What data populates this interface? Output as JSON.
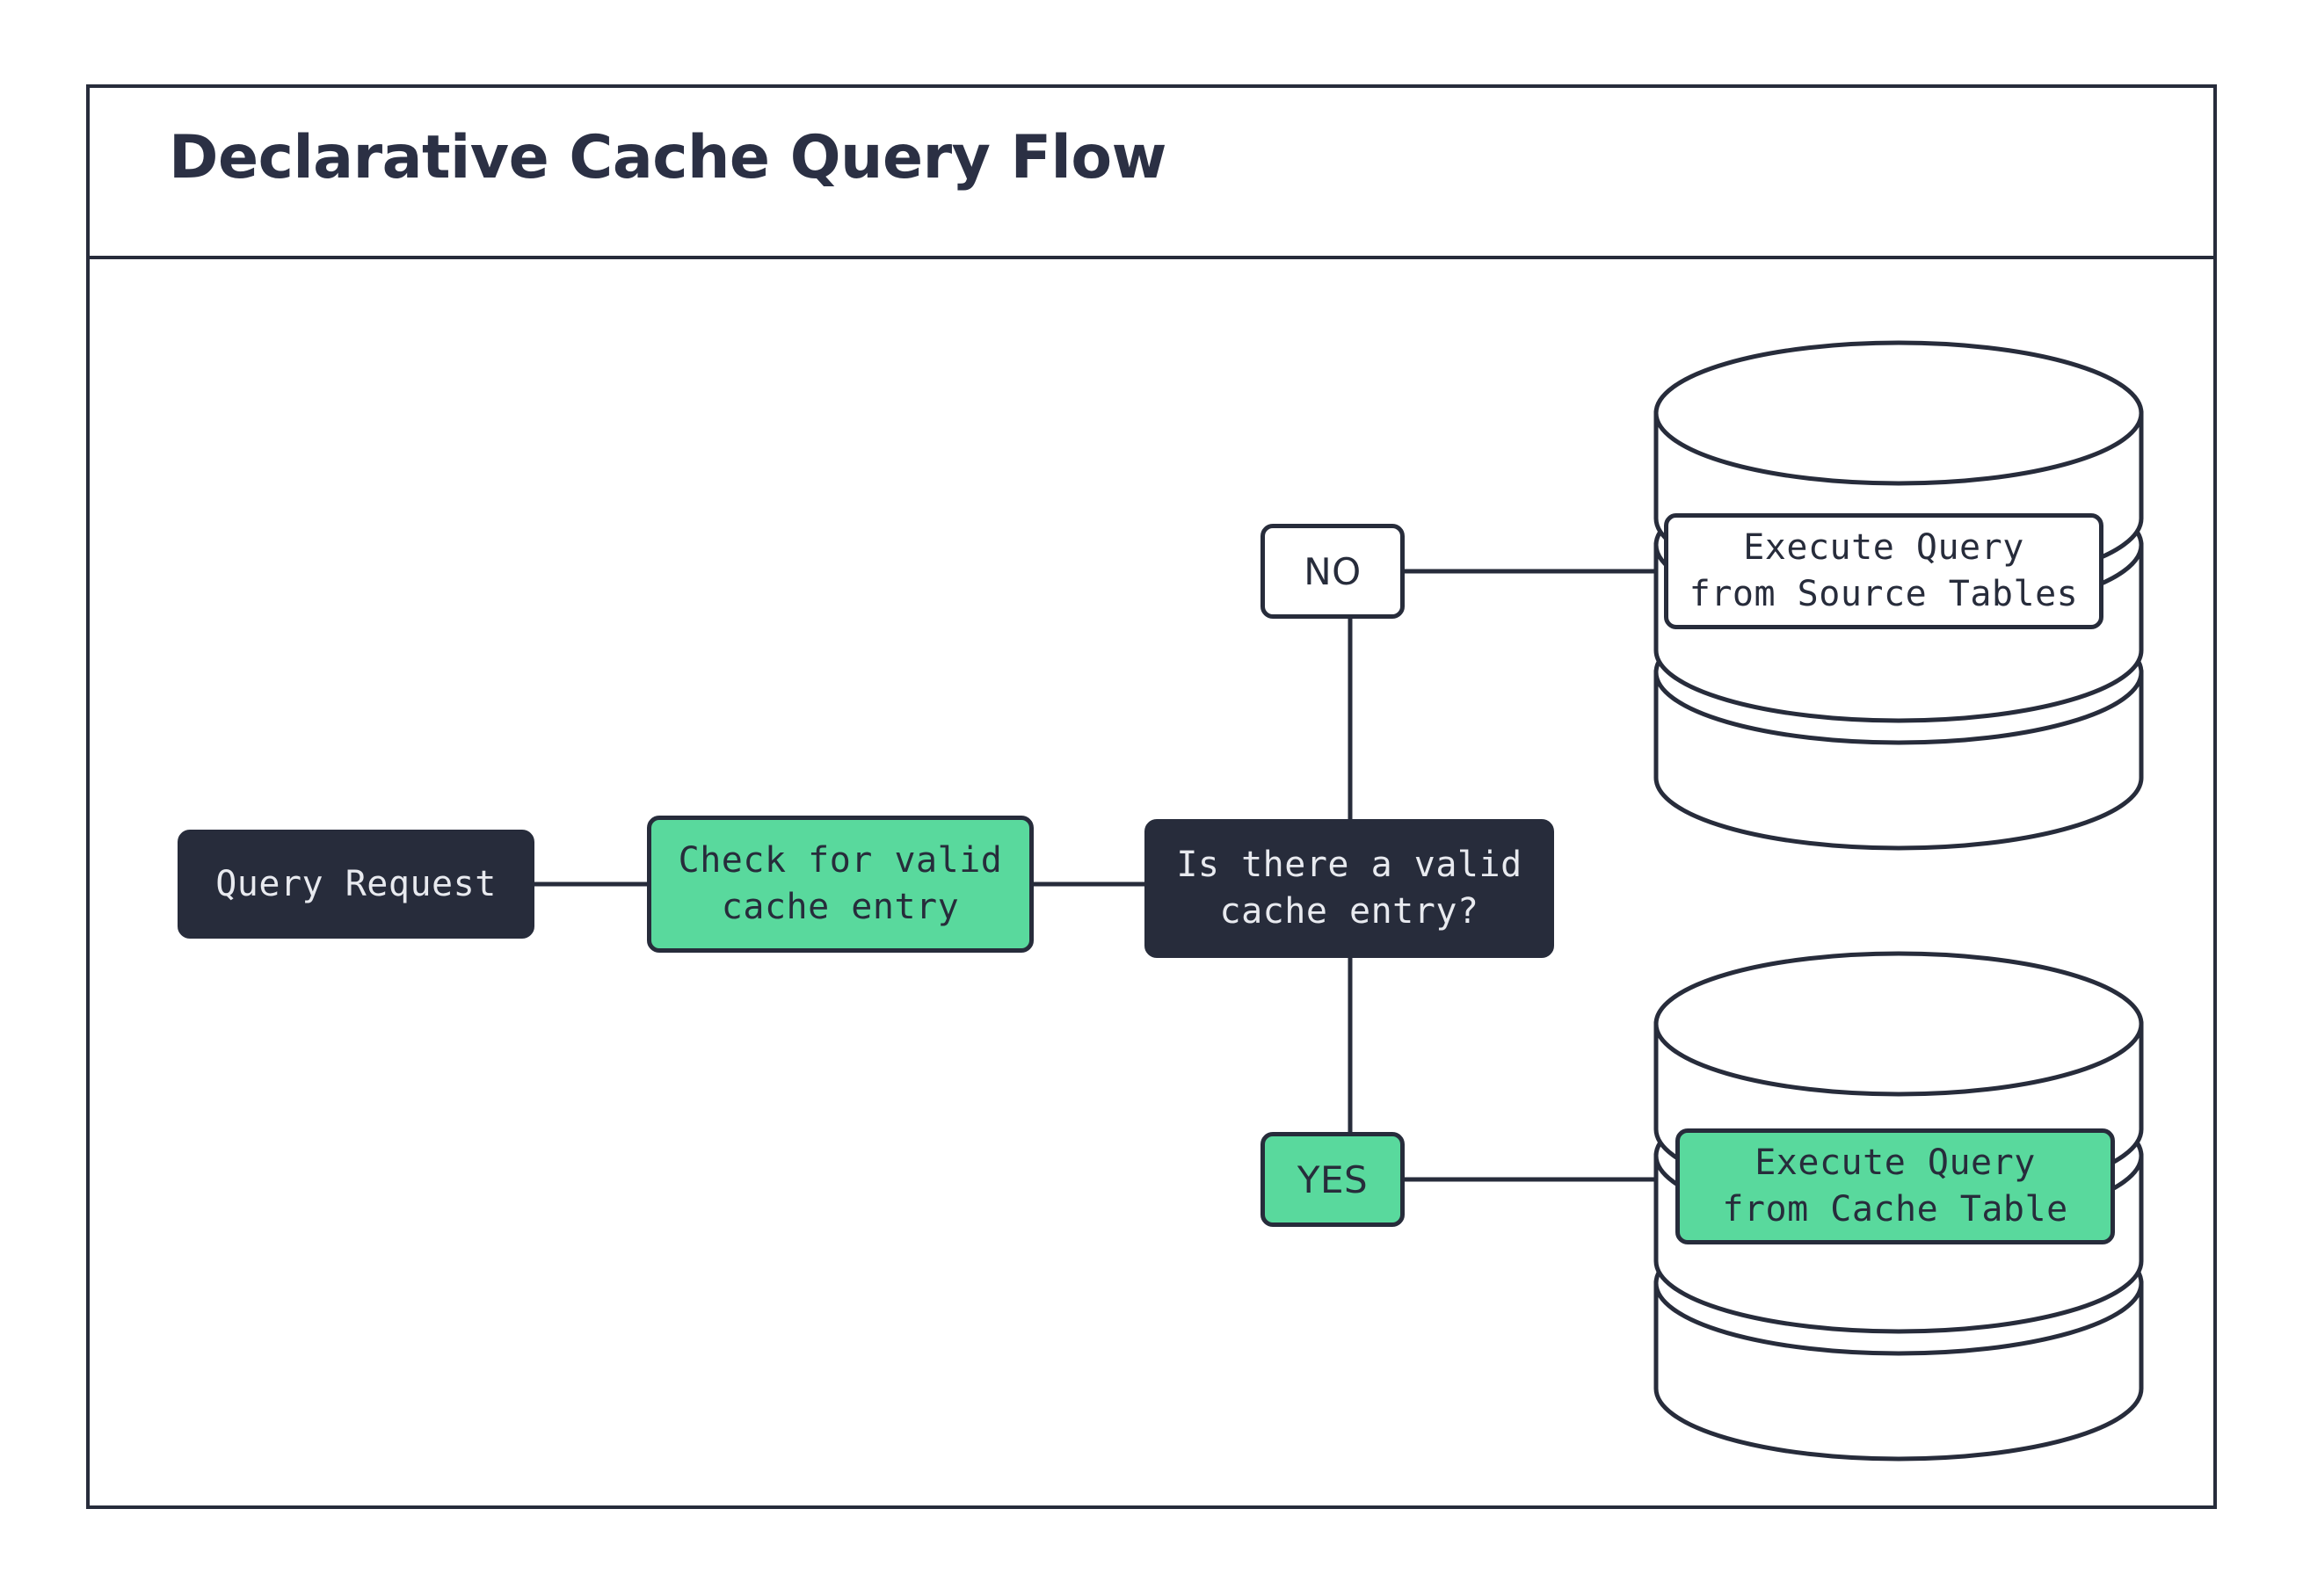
{
  "title": "Declarative Cache Query Flow",
  "colors": {
    "dark": "#272c3b",
    "green": "#59d99d",
    "white": "#ffffff",
    "title_text": "#2b3044",
    "stroke": "#272c3b"
  },
  "nodes": {
    "query_request": "Query Request",
    "check_cache": "Check for valid\ncache entry",
    "decision": "Is there a valid\ncache entry?",
    "branch_no": "NO",
    "branch_yes": "YES",
    "source_db_label": "Execute Query\nfrom Source Tables",
    "cache_db_label": "Execute Query\nfrom Cache Table"
  },
  "flow": {
    "edges": [
      {
        "from": "query_request",
        "to": "check_cache",
        "label": ""
      },
      {
        "from": "check_cache",
        "to": "decision",
        "label": ""
      },
      {
        "from": "decision",
        "to": "source_database",
        "label": "NO"
      },
      {
        "from": "decision",
        "to": "cache_database",
        "label": "YES"
      }
    ]
  },
  "shapes": {
    "source_database": "database-cylinder",
    "cache_database": "database-cylinder"
  }
}
